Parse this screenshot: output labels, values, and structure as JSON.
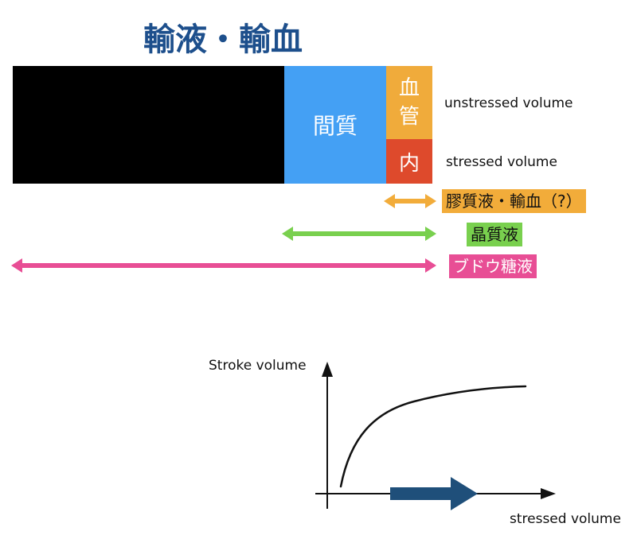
{
  "title": "輸液・輸血",
  "compartments": {
    "interstitial_label": "間質",
    "vascular_top": [
      "血",
      "管"
    ],
    "vascular_bottom": "内",
    "unstressed_label": "unstressed volume",
    "stressed_label": "stressed volume"
  },
  "fluids": [
    {
      "label": "膠質液・輸血（?）"
    },
    {
      "label": "晶質液"
    },
    {
      "label": "ブドウ糖液"
    }
  ],
  "graph": {
    "y_label": "Stroke volume",
    "x_label": "stressed volume"
  },
  "colors": {
    "title": "#1d4f8c",
    "black_block": "#000000",
    "interstitial": "#44a0f4",
    "vascular_top": "#f0ab3b",
    "vascular_bottom": "#de4a2c",
    "colloid": "#f2ac3a",
    "crystalloid": "#79d04e",
    "dextrose": "#e84e95",
    "graph_arrow": "#1f4f7a"
  }
}
